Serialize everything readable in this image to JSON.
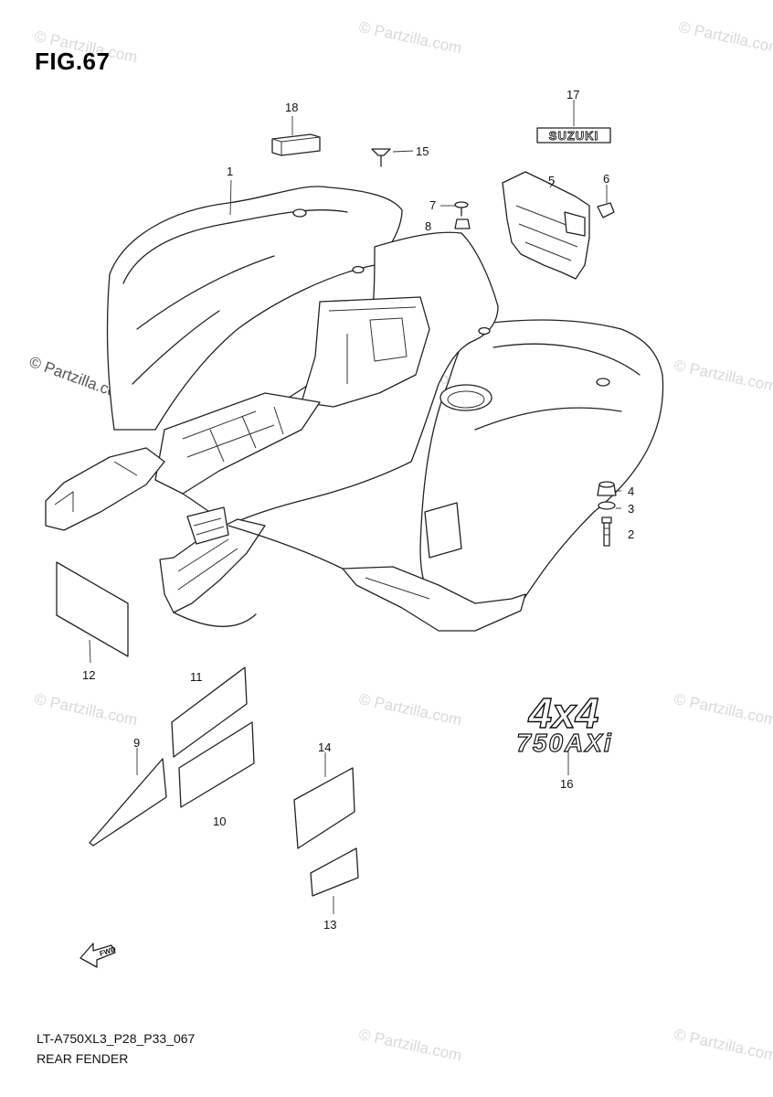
{
  "figure": {
    "title": "FIG.67",
    "model_code": "LT-A750XL3_P28_P33_067",
    "section_name": "REAR FENDER"
  },
  "watermark": {
    "text": "© Partzilla.com"
  },
  "decals": {
    "brand": "SUZUKI",
    "model_top": "4x4",
    "model_bottom": "750AXi",
    "arrow_label": "FWD"
  },
  "callouts": [
    {
      "id": "c1",
      "label": "1"
    },
    {
      "id": "c2",
      "label": "2"
    },
    {
      "id": "c3",
      "label": "3"
    },
    {
      "id": "c4",
      "label": "4"
    },
    {
      "id": "c5",
      "label": "5"
    },
    {
      "id": "c6",
      "label": "6"
    },
    {
      "id": "c7",
      "label": "7"
    },
    {
      "id": "c8",
      "label": "8"
    },
    {
      "id": "c9",
      "label": "9"
    },
    {
      "id": "c10",
      "label": "10"
    },
    {
      "id": "c11",
      "label": "11"
    },
    {
      "id": "c12",
      "label": "12"
    },
    {
      "id": "c13",
      "label": "13"
    },
    {
      "id": "c14",
      "label": "14"
    },
    {
      "id": "c15",
      "label": "15"
    },
    {
      "id": "c16",
      "label": "16"
    },
    {
      "id": "c17",
      "label": "17"
    },
    {
      "id": "c18",
      "label": "18"
    }
  ]
}
